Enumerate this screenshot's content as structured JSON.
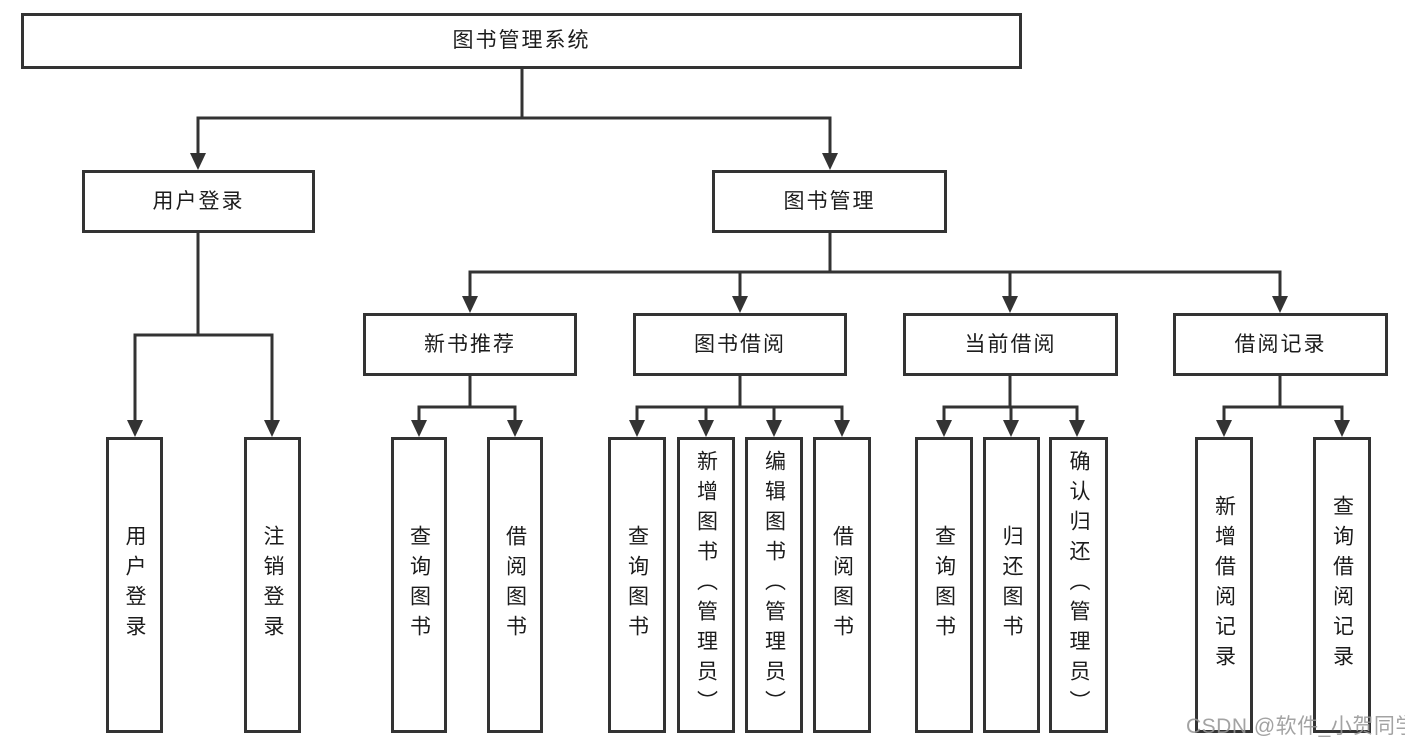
{
  "diagram": {
    "type": "hierarchy-tree",
    "tree": {
      "label": "图书管理系统",
      "children": [
        {
          "label": "用户登录",
          "children": [
            {
              "label": "用户登录"
            },
            {
              "label": "注销登录"
            }
          ]
        },
        {
          "label": "图书管理",
          "children": [
            {
              "label": "新书推荐",
              "children": [
                {
                  "label": "查询图书"
                },
                {
                  "label": "借阅图书"
                }
              ]
            },
            {
              "label": "图书借阅",
              "children": [
                {
                  "label": "查询图书"
                },
                {
                  "label": "新增图书（管理员）"
                },
                {
                  "label": "编辑图书（管理员）"
                },
                {
                  "label": "借阅图书"
                }
              ]
            },
            {
              "label": "当前借阅",
              "children": [
                {
                  "label": "查询图书"
                },
                {
                  "label": "归还图书"
                },
                {
                  "label": "确认归还（管理员）"
                }
              ]
            },
            {
              "label": "借阅记录",
              "children": [
                {
                  "label": "新增借阅记录"
                },
                {
                  "label": "查询借阅记录"
                }
              ]
            }
          ]
        }
      ]
    },
    "colors": {
      "line": "#333333",
      "box_border": "#333333",
      "text": "#1c1c1c",
      "background": "#ffffff",
      "watermark": "#969696"
    }
  },
  "watermark": {
    "text": "CSDN @软件_小贺同学"
  }
}
